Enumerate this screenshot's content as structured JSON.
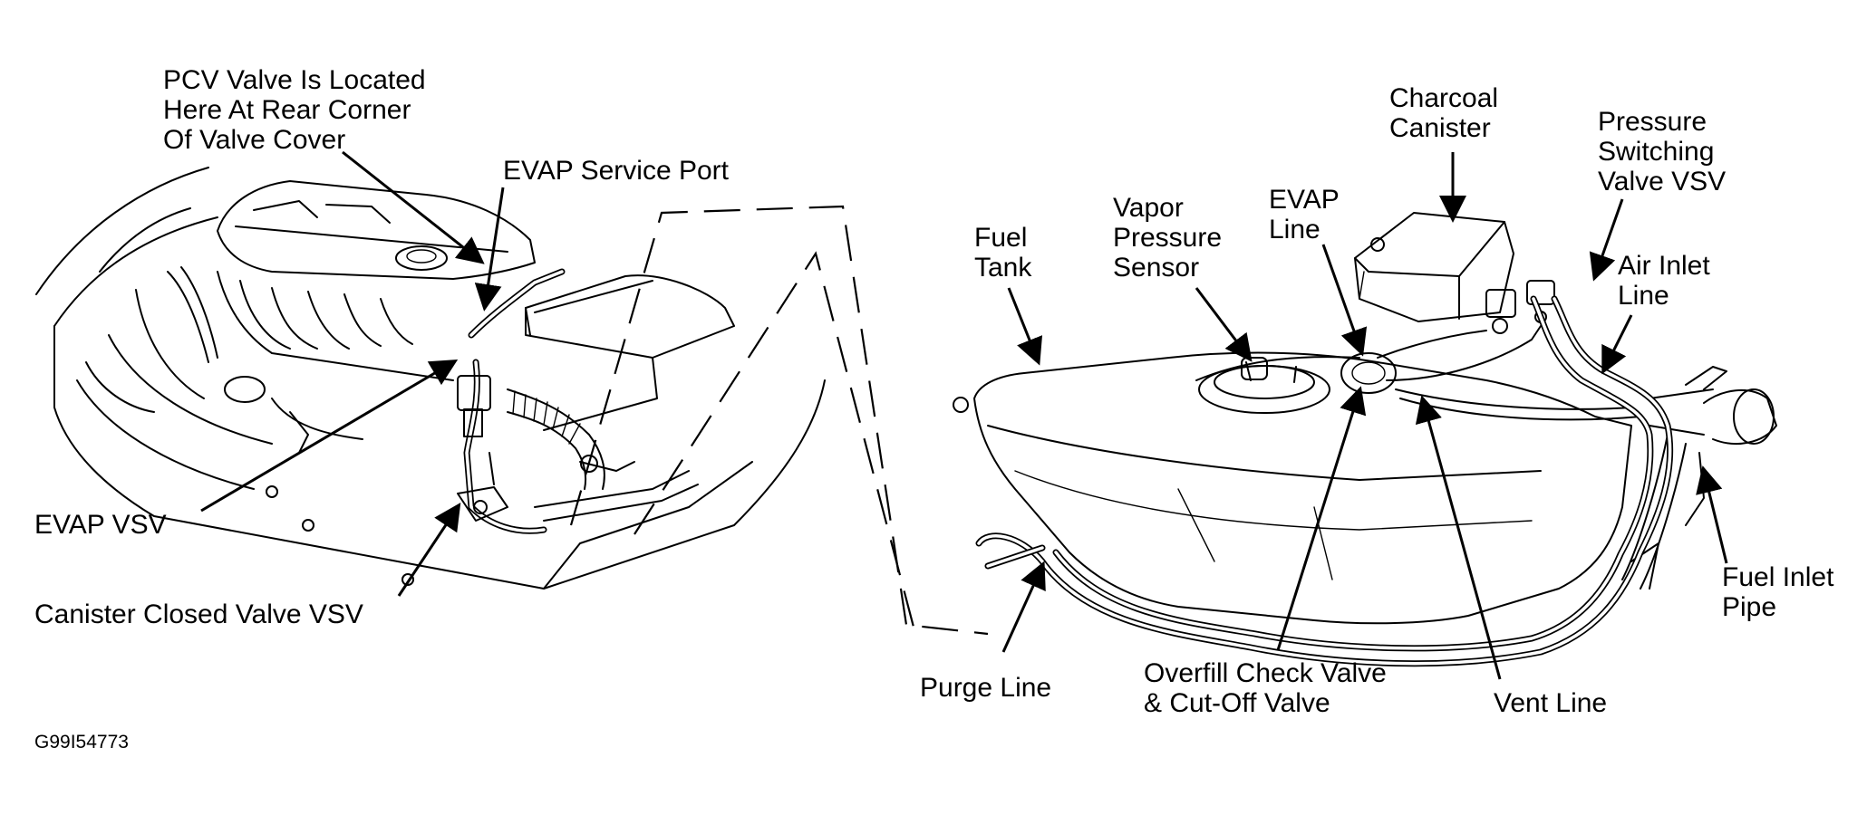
{
  "labels": {
    "pcv_valve": "PCV Valve Is Located\nHere At Rear Corner\nOf Valve Cover",
    "evap_service_port": "EVAP Service Port",
    "evap_vsv": "EVAP VSV",
    "canister_closed_valve": "Canister Closed Valve VSV",
    "fuel_tank": "Fuel\nTank",
    "vapor_pressure_sensor": "Vapor\nPressure\nSensor",
    "evap_line": "EVAP\nLine",
    "charcoal_canister": "Charcoal\nCanister",
    "pressure_switching_valve": "Pressure\nSwitching\nValve VSV",
    "air_inlet_line": "Air Inlet\nLine",
    "fuel_inlet_pipe": "Fuel Inlet\nPipe",
    "purge_line": "Purge Line",
    "overfill_check_valve": "Overfill Check Valve\n& Cut-Off Valve",
    "vent_line": "Vent Line"
  },
  "figure_id": "G99I54773",
  "colors": {
    "ink": "#000000",
    "background": "#ffffff"
  }
}
